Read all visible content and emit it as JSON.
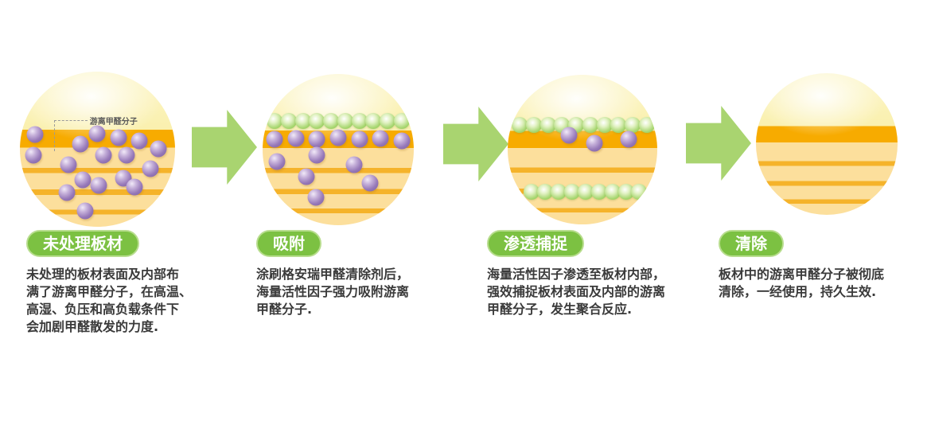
{
  "colors": {
    "badge_green": "#7cc142",
    "badge_border_green": "#b8dd8e",
    "arrow_green": "#a9d470",
    "molecule_purple": "#9678b8",
    "molecule_green": "#a6d66e",
    "band_orange": "#f7ab00",
    "stripe_orange": "#f5b32a",
    "board_yellow": "#fcdf9c",
    "text_dark": "#3a3a3a"
  },
  "arrow": {
    "icon": "right-arrow",
    "count": 3
  },
  "steps": [
    {
      "badge": "未处理板材",
      "description": "未处理的板材表面及内部布\n满了游离甲醛分子，在高温、\n高湿、负压和高负载条件下\n会加剧甲醛散发的力度.",
      "callout": "游离甲醛分子",
      "molecules": {
        "purple": [
          [
            9.8,
            40.7
          ],
          [
            8.8,
            53.6
          ],
          [
            31.4,
            59.8
          ],
          [
            39.2,
            46.9
          ],
          [
            49.5,
            40.2
          ],
          [
            53.6,
            53.6
          ],
          [
            63.4,
            42.8
          ],
          [
            68.6,
            54.1
          ],
          [
            76.8,
            44.8
          ],
          [
            89.2,
            49.5
          ],
          [
            84,
            62.4
          ],
          [
            40.7,
            69.6
          ],
          [
            51,
            73.2
          ],
          [
            66.5,
            68.6
          ],
          [
            73.7,
            74.2
          ],
          [
            30.4,
            77.8
          ],
          [
            41.8,
            89.7
          ]
        ],
        "green": []
      }
    },
    {
      "badge": "吸附",
      "description": "涂刷格安瑞甲醛清除剂后，\n海量活性因子强力吸附游离\n甲醛分子.",
      "molecules": {
        "purple": [
          [
            8,
            43
          ],
          [
            22,
            42.5
          ],
          [
            36,
            43
          ],
          [
            50,
            42
          ],
          [
            64,
            43
          ],
          [
            78,
            42.5
          ],
          [
            92,
            44
          ],
          [
            9.5,
            57.9
          ],
          [
            35.8,
            53.7
          ],
          [
            60.5,
            60
          ],
          [
            28.9,
            67.9
          ],
          [
            71.1,
            72.1
          ],
          [
            35.3,
            81.6
          ]
        ],
        "green": [
          [
            8,
            31
          ],
          [
            17.3,
            31
          ],
          [
            26.7,
            31
          ],
          [
            36,
            31
          ],
          [
            45.3,
            31
          ],
          [
            54.7,
            31
          ],
          [
            64,
            31
          ],
          [
            73.3,
            31
          ],
          [
            82.7,
            31
          ],
          [
            92,
            31
          ]
        ]
      }
    },
    {
      "badge": "渗透捕捉",
      "description": "海量活性因子渗透至板材内部，\n强效捕捉板材表面及内部的游离\n甲醛分子，发生聚合反应.",
      "molecules": {
        "purple": [
          [
            41,
            40.4
          ],
          [
            58,
            45.7
          ],
          [
            80.9,
            43.1
          ]
        ],
        "green": [
          [
            8,
            33.5
          ],
          [
            17.4,
            33.5
          ],
          [
            26.9,
            33.5
          ],
          [
            36.3,
            33.5
          ],
          [
            45.8,
            33.5
          ],
          [
            55.2,
            33.5
          ],
          [
            64.7,
            33.5
          ],
          [
            74.1,
            33.5
          ],
          [
            83.6,
            33.5
          ],
          [
            93,
            33.5
          ],
          [
            16,
            78
          ],
          [
            25,
            78
          ],
          [
            34,
            78
          ],
          [
            43,
            78
          ],
          [
            52,
            78
          ],
          [
            61,
            78
          ],
          [
            70,
            78
          ],
          [
            79,
            78
          ],
          [
            88,
            78
          ]
        ]
      }
    },
    {
      "badge": "清除",
      "description": "板材中的游离甲醛分子被彻底\n清除，一经使用，持久生效.",
      "molecules": {
        "purple": [],
        "green": []
      }
    }
  ]
}
